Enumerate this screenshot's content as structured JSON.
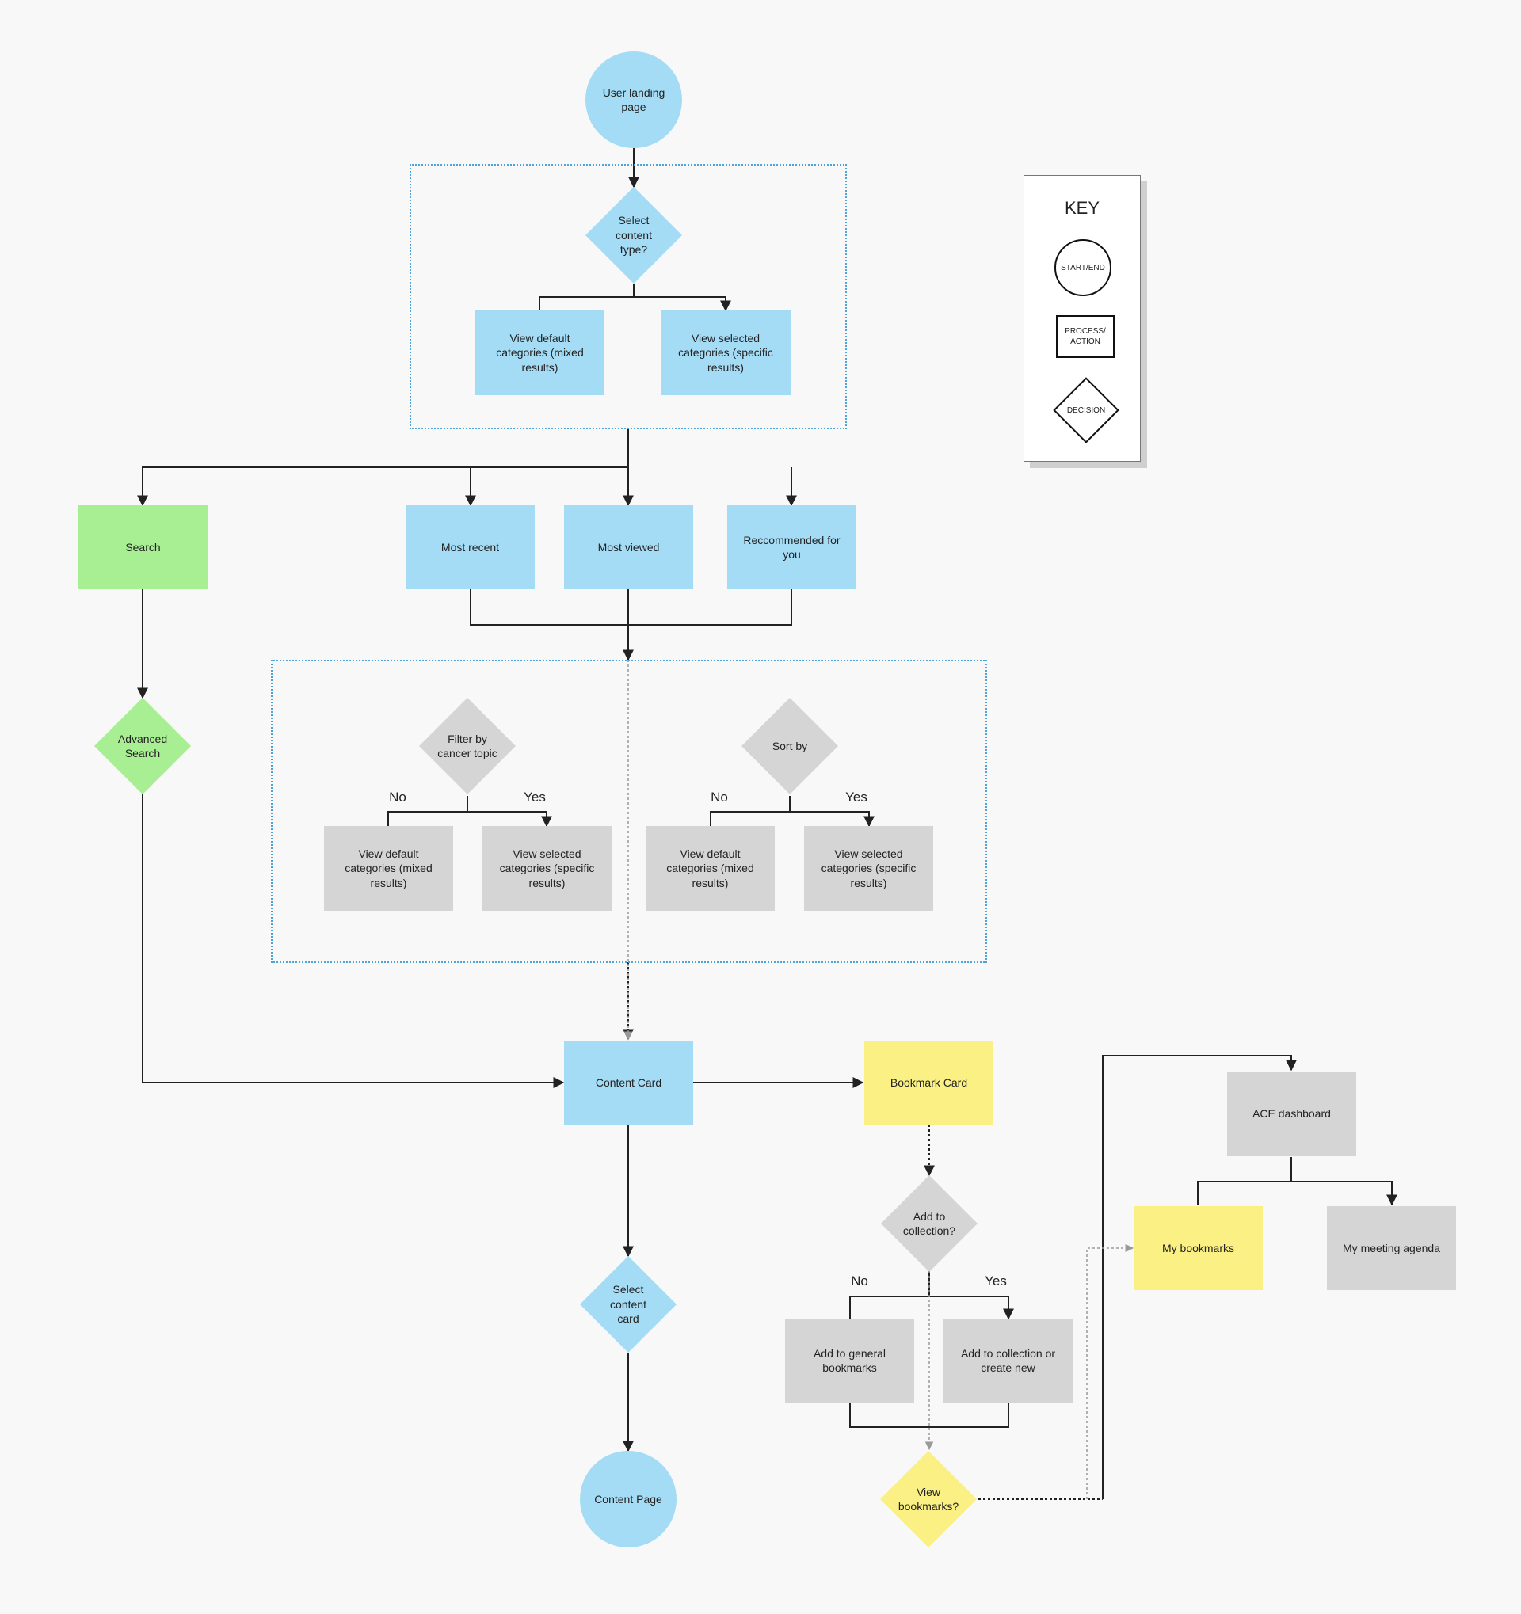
{
  "diagram": {
    "nodes": {
      "user_landing": "User landing\npage",
      "select_content_type": "Select\ncontent\ntype?",
      "view_default_top": "View default\ncategories (mixed\nresults)",
      "view_selected_top": "View selected\ncategories (specific\nresults)",
      "search": "Search",
      "most_recent": "Most recent",
      "most_viewed": "Most viewed",
      "recommended": "Reccommended for you",
      "advanced_search": "Advanced\nSearch",
      "filter_topic": "Filter by\ncancer topic",
      "sort_by": "Sort by",
      "filter_default": "View default\ncategories (mixed\nresults)",
      "filter_selected": "View selected\ncategories (specific\nresults)",
      "sort_default": "View default\ncategories (mixed\nresults)",
      "sort_selected": "View selected\ncategories (specific\nresults)",
      "content_card": "Content Card",
      "bookmark_card": "Bookmark Card",
      "select_content_card": "Select\ncontent\ncard",
      "content_page": "Content Page",
      "add_to_collection": "Add to\ncollection?",
      "add_general": "Add to general\nbookmarks",
      "add_collection": "Add to collection or\ncreate new",
      "view_bookmarks": "View\nbookmarks?",
      "ace_dashboard": "ACE dashboard",
      "my_bookmarks": "My bookmarks",
      "my_meeting_agenda": "My meeting agenda"
    },
    "branch_labels": {
      "filter_no": "No",
      "filter_yes": "Yes",
      "sort_no": "No",
      "sort_yes": "Yes",
      "collection_no": "No",
      "collection_yes": "Yes"
    },
    "colors": {
      "blue": "#a4dcf6",
      "green": "#a8ee92",
      "grey": "#d5d5d5",
      "yellow": "#fbf083",
      "group_border": "#4fa3d6",
      "line": "#222222"
    }
  },
  "legend": {
    "title": "KEY",
    "start_end": "START/END",
    "process_action": "PROCESS/\nACTION",
    "decision": "DECISION"
  }
}
